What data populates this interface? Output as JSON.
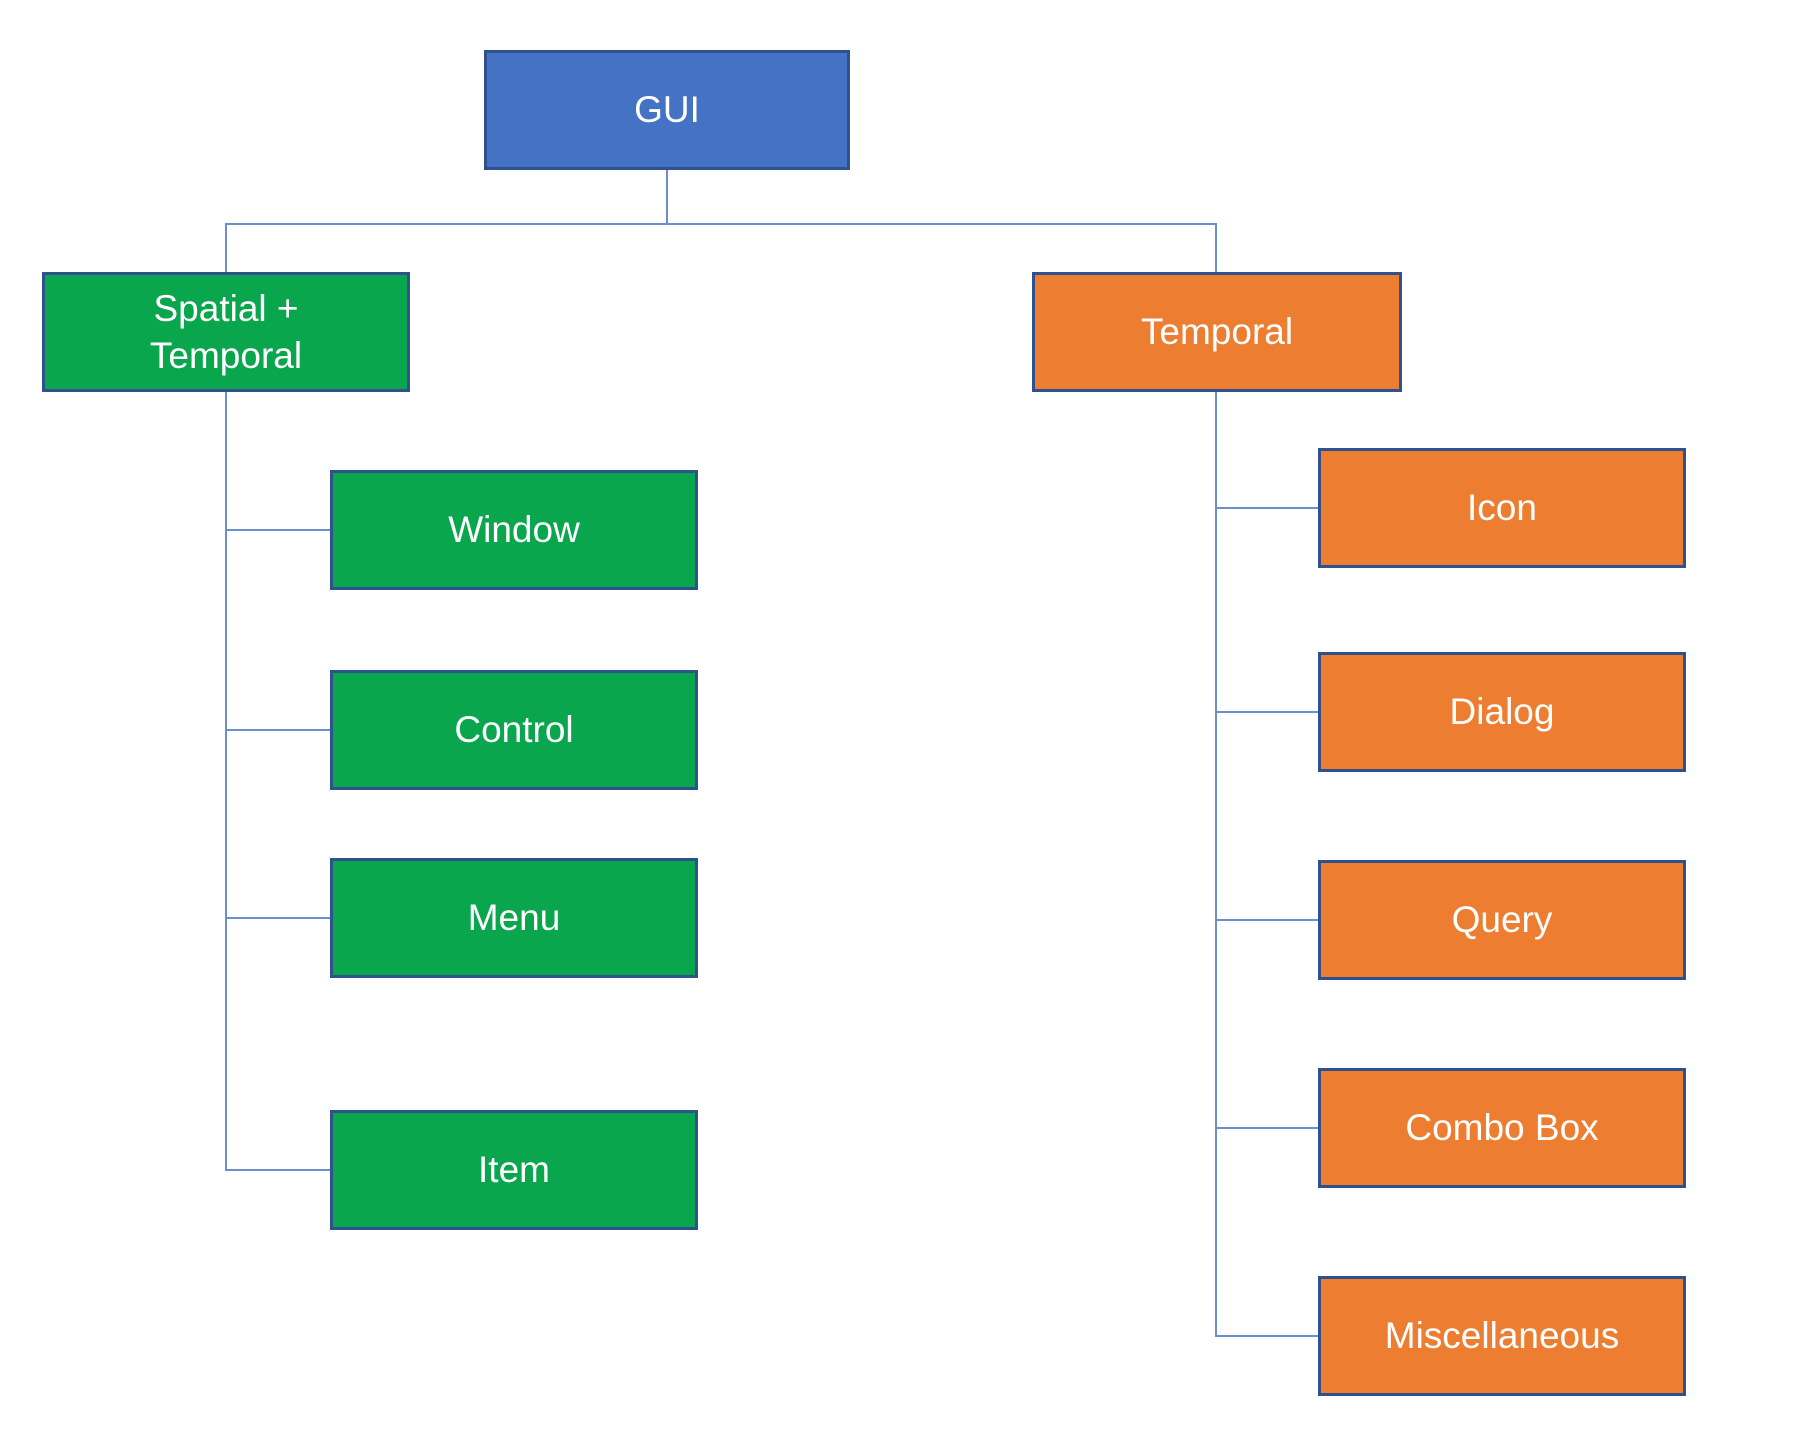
{
  "diagram": {
    "type": "tree",
    "root": {
      "label": "GUI"
    },
    "left_branch": {
      "label": "Spatial + Temporal",
      "children": [
        {
          "label": "Window"
        },
        {
          "label": "Control"
        },
        {
          "label": "Menu"
        },
        {
          "label": "Item"
        }
      ]
    },
    "right_branch": {
      "label": "Temporal",
      "children": [
        {
          "label": "Icon"
        },
        {
          "label": "Dialog"
        },
        {
          "label": "Query"
        },
        {
          "label": "Combo Box"
        },
        {
          "label": "Miscellaneous"
        }
      ]
    },
    "colors": {
      "root_fill": "#4472C4",
      "left_fill": "#0AA64D",
      "right_fill": "#ED7D31",
      "border": "#2F528F",
      "connector": "#6C8ECD",
      "text": "#FFFFFF"
    }
  }
}
